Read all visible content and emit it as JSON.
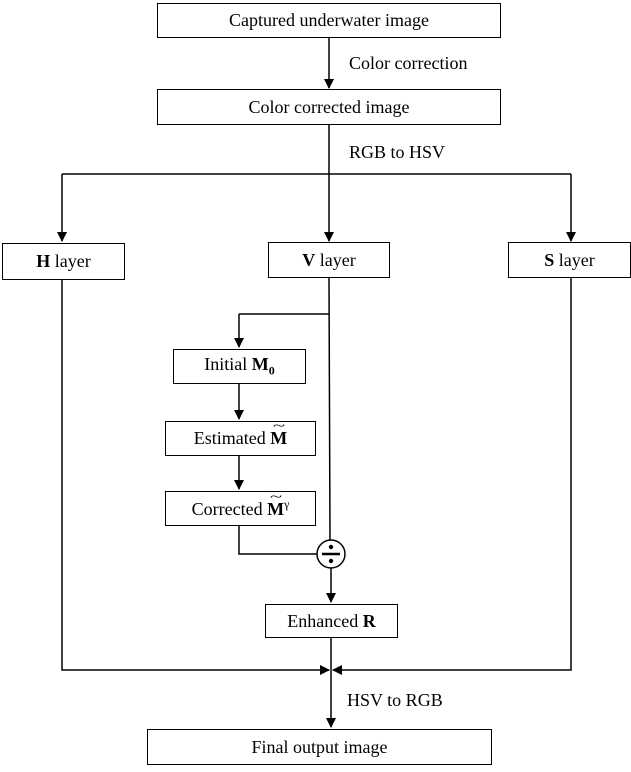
{
  "nodes": {
    "captured": {
      "text": "Captured underwater image"
    },
    "color_corrected": {
      "text": "Color corrected image"
    },
    "h_layer": {
      "bold": "H",
      "text": " layer"
    },
    "v_layer": {
      "bold": "V",
      "text": " layer"
    },
    "s_layer": {
      "bold": "S",
      "text": " layer"
    },
    "initial": {
      "text": "Initial ",
      "symbol": "M",
      "sub": "0"
    },
    "estimated": {
      "text": "Estimated ",
      "symbol": "M"
    },
    "corrected": {
      "text": "Corrected ",
      "symbol": "M",
      "sup": "γ"
    },
    "enhanced": {
      "text": "Enhanced ",
      "symbol": "R"
    },
    "final": {
      "text": "Final output image"
    }
  },
  "edge_labels": {
    "color_correction": "Color correction",
    "rgb_to_hsv": "RGB to HSV",
    "hsv_to_rgb": "HSV to RGB"
  },
  "operator": {
    "name": "division-operator",
    "symbol": "÷"
  }
}
